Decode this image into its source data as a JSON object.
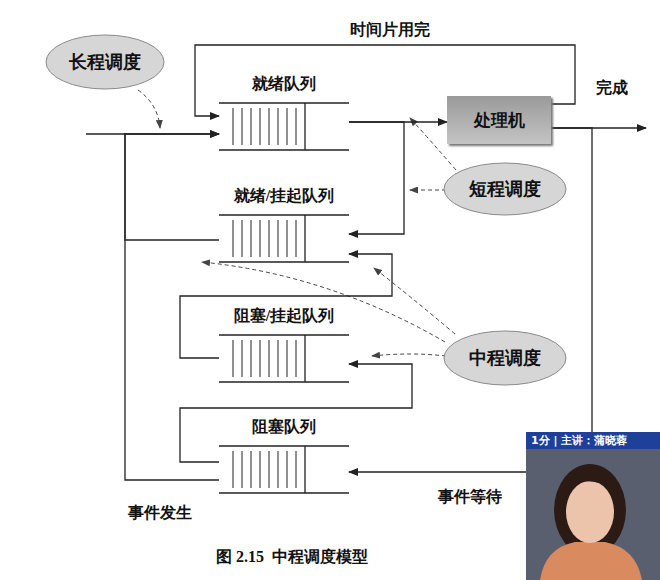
{
  "diagram": {
    "caption": "图 2.15  中程调度模型",
    "nodes": [
      {
        "text": [
          "长程调度"
        ]
      },
      {
        "text": [
          "就绪队列"
        ]
      },
      {
        "text": [
          "处理机"
        ]
      },
      {
        "text": [
          "短程调度"
        ]
      },
      {
        "text": [
          "就绪/挂起队列"
        ]
      },
      {
        "text": [
          "阻塞/挂起队列"
        ]
      },
      {
        "text": [
          "中程调度"
        ]
      },
      {
        "text": [
          "阻塞队列"
        ]
      }
    ],
    "edges": [
      {
        "from": 1,
        "to": 2,
        "arrow": "to"
      },
      {
        "from": 2,
        "to": 1,
        "label": "时间片用完",
        "arrow": "to"
      },
      {
        "from": 2,
        "to": 7,
        "label": "事件等待",
        "arrow": "to"
      },
      {
        "from": 7,
        "to": 1,
        "label": "事件发生",
        "arrow": "to"
      },
      {
        "from": 1,
        "to": 4,
        "arrow": "to"
      },
      {
        "from": 4,
        "to": 1,
        "arrow": "to"
      },
      {
        "from": 5,
        "to": 4,
        "arrow": "to"
      },
      {
        "from": 7,
        "to": 5,
        "arrow": "to"
      }
    ],
    "labels": [
      "完成",
      "1分 | 主讲：蒲晓蓉"
    ]
  }
}
